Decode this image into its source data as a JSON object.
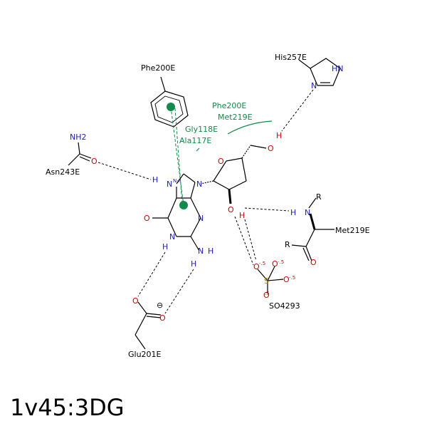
{
  "title": "1v45:3DG",
  "colors": {
    "ligand_bond": "#000000",
    "nitrogen": "#1c1cb4",
    "oxygen": "#d40000",
    "sulfur": "#b8860b",
    "hydrophobic": "#118a4a"
  },
  "residues": {
    "phe200_ring": "Phe200E",
    "his257": "His257E",
    "asn243": "Asn243E",
    "glu201": "Glu201E",
    "met219": "Met219E",
    "so4": "SO4293"
  },
  "hydrophobic_contacts": [
    "Phe200E",
    "Met219E",
    "Gly118E",
    "Ala117E"
  ],
  "atoms": {
    "N": "N",
    "NH": "N",
    "H": "H",
    "O": "O",
    "R": "R",
    "HN": "HN",
    "S": "S",
    "N_plus": "N+",
    "NH2": "NH2",
    "minus_half": "-.5",
    "half": ".5",
    "charge_minus": "⊖"
  }
}
